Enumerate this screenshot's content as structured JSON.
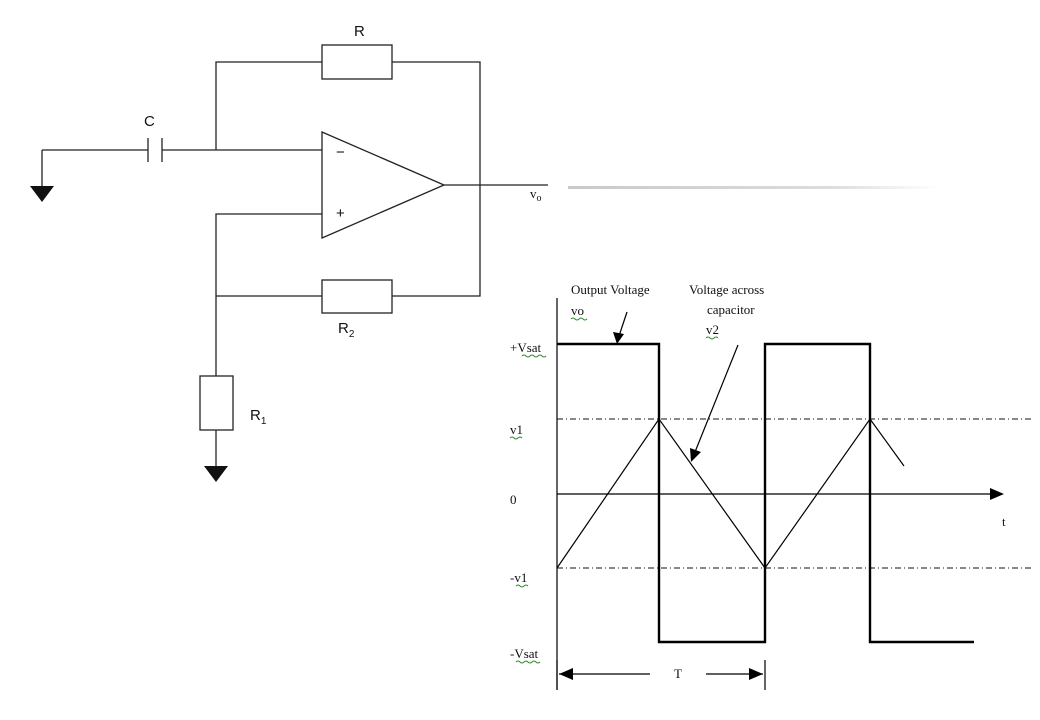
{
  "circuit": {
    "capacitor_label": "C",
    "feedback_resistor_label": "R",
    "r2_label": {
      "main": "R",
      "sub": "2"
    },
    "r1_label": {
      "main": "R",
      "sub": "1"
    },
    "inverting_sign": "−",
    "noninverting_sign": "+",
    "output_label": {
      "main": "v",
      "sub": "o"
    }
  },
  "waveform": {
    "output_voltage_title": "Output Voltage",
    "output_voltage_symbol": "vo",
    "capacitor_voltage_title_1": "Voltage across",
    "capacitor_voltage_title_2": "capacitor",
    "capacitor_voltage_symbol": "v2",
    "y_ticks": {
      "pos_vsat": "+Vsat",
      "v1": "v1",
      "zero": "0",
      "neg_v1": "-v1",
      "neg_vsat": "-Vsat"
    },
    "x_axis_label": "t",
    "period_label": "T"
  }
}
